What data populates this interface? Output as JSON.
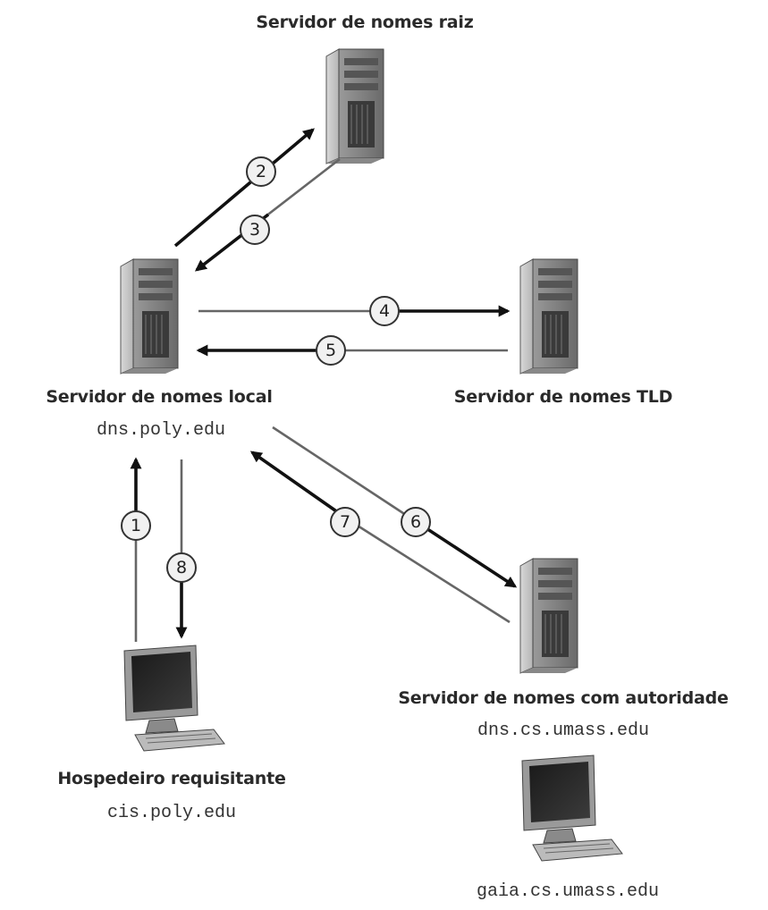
{
  "root": {
    "title": "Servidor de nomes raiz"
  },
  "local": {
    "title": "Servidor de nomes local",
    "host": "dns.poly.edu"
  },
  "tld": {
    "title": "Servidor de nomes TLD"
  },
  "auth": {
    "title": "Servidor de nomes com autoridade",
    "host": "dns.cs.umass.edu"
  },
  "requester": {
    "title": "Hospedeiro requisitante",
    "host": "cis.poly.edu"
  },
  "target": {
    "host": "gaia.cs.umass.edu"
  },
  "steps": [
    "1",
    "2",
    "3",
    "4",
    "5",
    "6",
    "7",
    "8"
  ]
}
